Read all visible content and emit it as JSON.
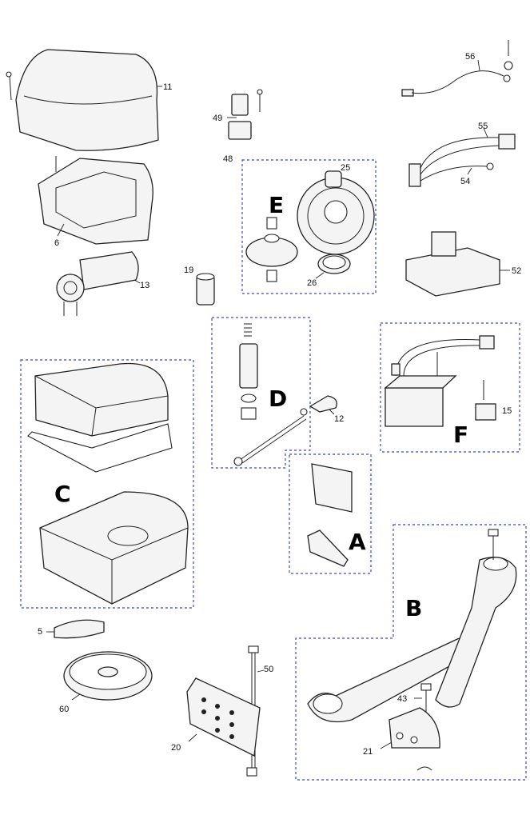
{
  "labels": {
    "p11": "11",
    "p6": "6",
    "p13": "13",
    "p19": "19",
    "p49": "49",
    "p48": "48",
    "p25": "25",
    "p26": "26",
    "p56": "56",
    "p55": "55",
    "p54": "54",
    "p52": "52",
    "p12": "12",
    "p15": "15",
    "p5": "5",
    "p60": "60",
    "p50": "50",
    "p20": "20",
    "p43": "43",
    "p21": "21"
  },
  "groups": {
    "A": "A",
    "B": "B",
    "C": "C",
    "D": "D",
    "E": "E",
    "F": "F"
  },
  "colors": {
    "group_border": "#3b46d6",
    "line": "#222222"
  }
}
